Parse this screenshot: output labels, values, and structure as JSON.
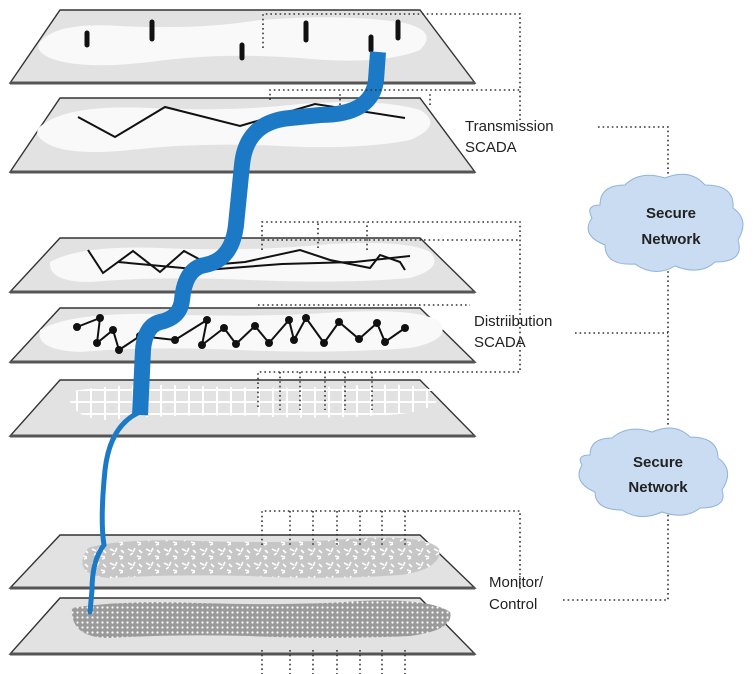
{
  "labels": {
    "transmission": [
      "Transmission",
      "SCADA"
    ],
    "distribution": [
      "Distriibution",
      "SCADA"
    ],
    "monitor": [
      "Monitor/",
      "Control"
    ]
  },
  "clouds": [
    {
      "lines": [
        "Secure",
        "Network"
      ]
    },
    {
      "lines": [
        "Secure",
        "Network"
      ]
    }
  ],
  "colors": {
    "pipe": "#1b79c6",
    "cloud_fill": "#c9dcf1",
    "cloud_stroke": "#8fb3dd",
    "plane_fill": "#e2e2e2",
    "blob_fill": "#f9f9f9",
    "gray_blob": "#c8c8c8",
    "dark_blob": "#999999"
  }
}
